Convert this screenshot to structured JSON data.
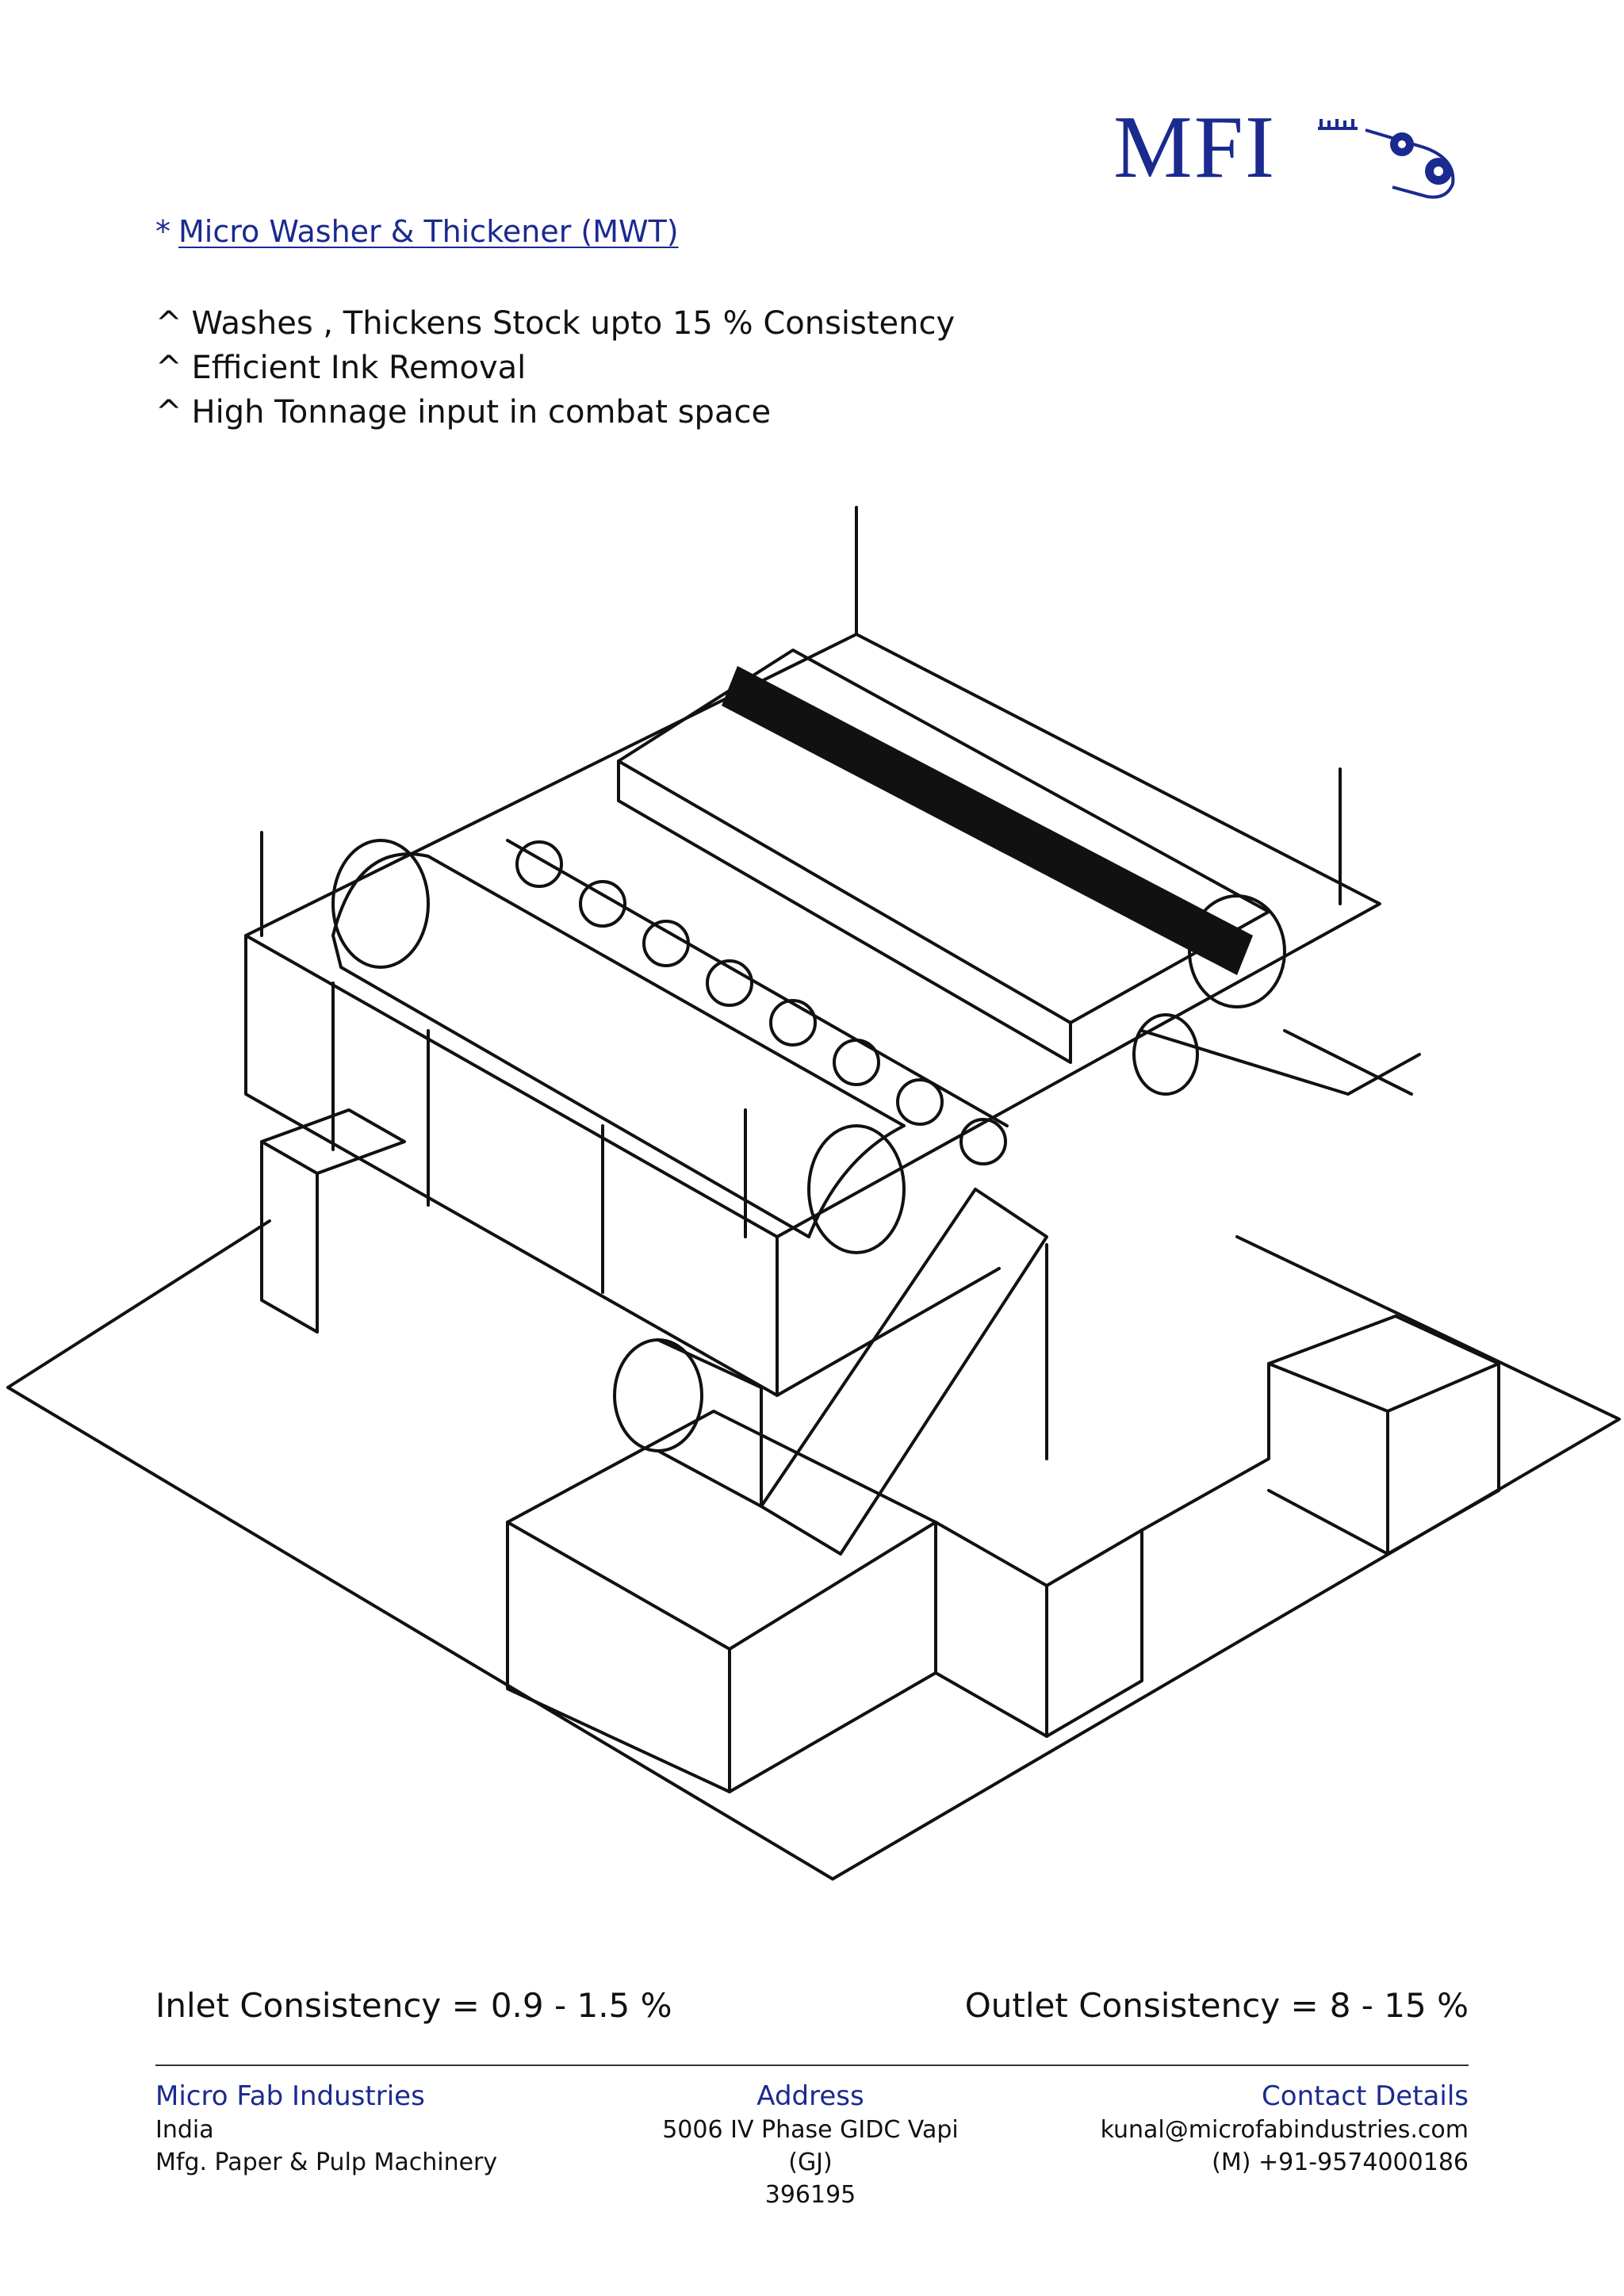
{
  "logo": {
    "text": "MFI",
    "color": "#1b2a8f"
  },
  "heading": {
    "marker": "*",
    "title": "Micro Washer & Thickener (MWT)"
  },
  "features": [
    {
      "marker": "^",
      "text": "Washes , Thickens Stock upto 15 % Consistency"
    },
    {
      "marker": "^",
      "text": "Efficient Ink Removal"
    },
    {
      "marker": "^",
      "text": "High Tonnage input in combat space"
    }
  ],
  "specs": {
    "inlet_label": "Inlet Consistency =",
    "inlet_value": "0.9 - 1.5 %",
    "outlet_label": "Outlet Consistency =",
    "outlet_value": "8 - 15 %"
  },
  "footer": {
    "company": {
      "heading": "Micro Fab Industries",
      "line1": "India",
      "line2": "Mfg. Paper & Pulp Machinery"
    },
    "address": {
      "heading": "Address",
      "line1": "5006 IV Phase GIDC Vapi (GJ)",
      "line2": "396195"
    },
    "contact": {
      "heading": "Contact Details",
      "email": "kunal@microfabindustries.com",
      "phone": "(M) +91-9574000186"
    }
  },
  "colors": {
    "brand_blue": "#1b2a8f",
    "text": "#111111"
  }
}
